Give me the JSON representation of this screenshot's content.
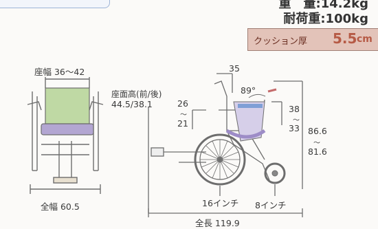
{
  "header": {
    "top_left_box_text": "",
    "weight_line": "重　量:14.2kg",
    "load_line": "耐荷重:100kg"
  },
  "cushion": {
    "label": "クッション厚",
    "value": "5.5",
    "unit": "cm"
  },
  "front_view": {
    "seat_width": "座幅 36〜42",
    "overall_width": "全幅 60.5"
  },
  "side_view": {
    "seat_height_label": "座面高(前/後)",
    "seat_height_value": "44.5/38.1",
    "armrest_top": "26",
    "armrest_sep": "〜",
    "armrest_bottom": "21",
    "handle_height": "35",
    "backrest_angle": "89°",
    "back_top": "38",
    "back_sep": "〜",
    "back_bottom": "33",
    "total_top": "86.6",
    "total_sep": "〜",
    "total_bottom": "81.6",
    "rear_wheel": "16インチ",
    "front_wheel": "8インチ",
    "overall_length": "全長 119.9"
  },
  "colors": {
    "seat_green": "#bfd9a4",
    "seat_purple": "#b3a6d2",
    "cushion_bg": "#e3c3b9",
    "accent_red": "#b65a45"
  }
}
